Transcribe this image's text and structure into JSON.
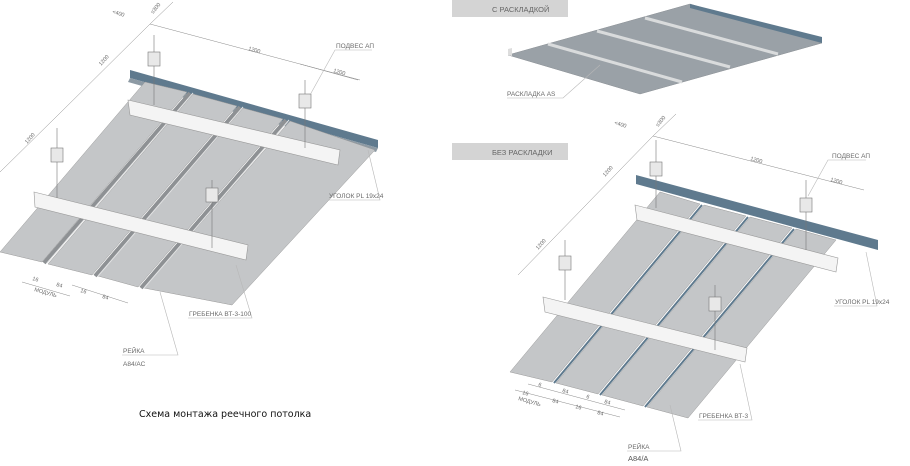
{
  "caption": "Схема монтажа реечного потолка",
  "left_diagram": {
    "labels": {
      "hanger": "ПОДВЕС АП",
      "angle": "УГОЛОК PL 19x24",
      "carrier": "ГРЕБЕНКА  ВТ-3-100",
      "panel_title": "РЕЙКА",
      "panel_code": "А84/АС"
    },
    "dimensions": {
      "d1": "<400",
      "d2": "≤300",
      "d3": "1200",
      "d4": "1200",
      "d5": "1200",
      "d6": "1200",
      "d7": "16",
      "d8": "84",
      "d9": "16",
      "d10": "84",
      "module": "МОДУЛЬ"
    }
  },
  "top_right_diagram": {
    "tag": "С РАСКЛАДКОЙ",
    "label": "РАСКЛАДКА AS"
  },
  "bottom_right_diagram": {
    "tag": "БЕЗ РАСКЛАДКИ",
    "labels": {
      "hanger": "ПОДВЕС АП",
      "angle": "УГОЛОК PL 19x24",
      "carrier": "ГРЕБЕНКА ВТ-3",
      "panel_title": "РЕЙКА",
      "panel_code": "А84/А"
    },
    "dimensions": {
      "d1": "<400",
      "d2": "≤300",
      "d3": "1200",
      "d4": "1200",
      "d5": "1200",
      "d6": "1200",
      "g1": "6",
      "w1": "84",
      "m1": "16",
      "w2": "84",
      "g2": "6",
      "w3": "84",
      "m2": "16",
      "w4": "84",
      "module": "МОДУЛЬ"
    }
  },
  "colors": {
    "panel": "#c4c6c8",
    "panel_dark": "#a9abad",
    "angle_blue": "#5f7a8e",
    "sheet": "#9aa1a7",
    "tag_bg": "#d4d4d4"
  }
}
